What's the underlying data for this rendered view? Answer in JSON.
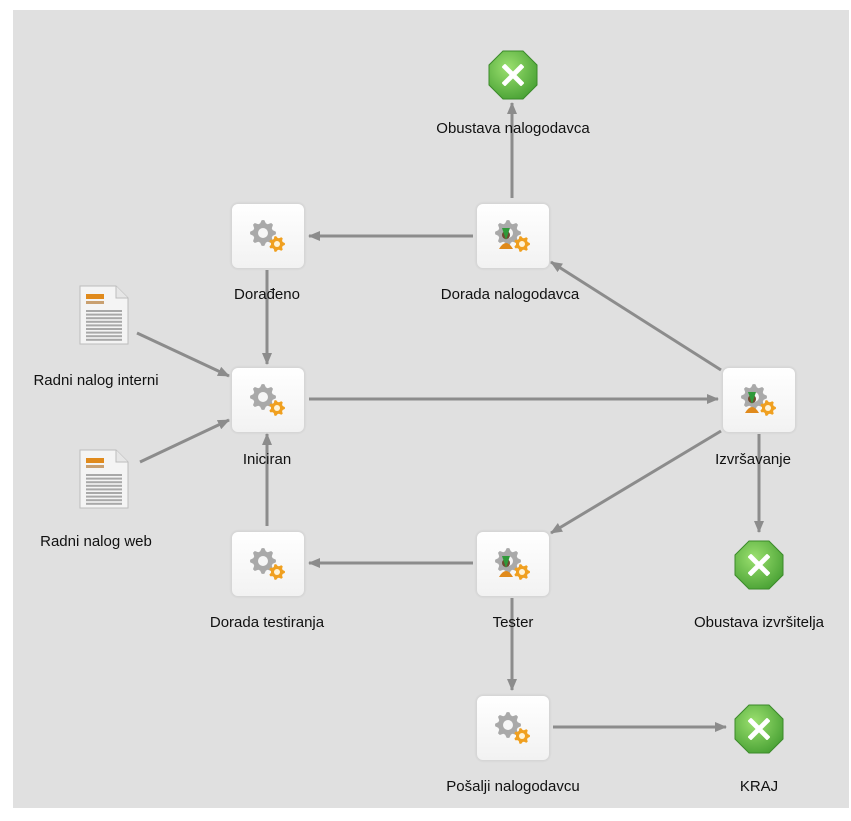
{
  "diagram": {
    "nodes": [
      {
        "id": "obustava-nalogodavca",
        "label": "Obustava nalogodavca",
        "kind": "end"
      },
      {
        "id": "doradeno",
        "label": "Dorađeno",
        "kind": "task"
      },
      {
        "id": "dorada-nalogodavca",
        "label": "Dorada nalogodavca",
        "kind": "user-task"
      },
      {
        "id": "radni-nalog-interni",
        "label": "Radni nalog interni",
        "kind": "document"
      },
      {
        "id": "iniciran",
        "label": "Iniciran",
        "kind": "task"
      },
      {
        "id": "izvrsavanje",
        "label": "Izvršavanje",
        "kind": "user-task"
      },
      {
        "id": "radni-nalog-web",
        "label": "Radni nalog web",
        "kind": "document"
      },
      {
        "id": "dorada-testiranja",
        "label": "Dorada testiranja",
        "kind": "task"
      },
      {
        "id": "tester",
        "label": "Tester",
        "kind": "user-task"
      },
      {
        "id": "obustava-izvrsitelja",
        "label": "Obustava izvršitelja",
        "kind": "end"
      },
      {
        "id": "posalji-nalogodavcu",
        "label": "Pošalji nalogodavcu",
        "kind": "task"
      },
      {
        "id": "kraj",
        "label": "KRAJ",
        "kind": "end"
      }
    ],
    "edges": [
      {
        "from": "dorada-nalogodavca",
        "to": "obustava-nalogodavca"
      },
      {
        "from": "dorada-nalogodavca",
        "to": "doradeno"
      },
      {
        "from": "doradeno",
        "to": "iniciran"
      },
      {
        "from": "radni-nalog-interni",
        "to": "iniciran"
      },
      {
        "from": "radni-nalog-web",
        "to": "iniciran"
      },
      {
        "from": "iniciran",
        "to": "izvrsavanje"
      },
      {
        "from": "izvrsavanje",
        "to": "dorada-nalogodavca"
      },
      {
        "from": "izvrsavanje",
        "to": "tester"
      },
      {
        "from": "izvrsavanje",
        "to": "obustava-izvrsitelja"
      },
      {
        "from": "tester",
        "to": "dorada-testiranja"
      },
      {
        "from": "dorada-testiranja",
        "to": "iniciran"
      },
      {
        "from": "tester",
        "to": "posalji-nalogodavcu"
      },
      {
        "from": "posalji-nalogodavcu",
        "to": "kraj"
      }
    ]
  },
  "colors": {
    "canvas": "#e0e0e0",
    "edge": "#8c8c8c",
    "end_icon": "#4aa235",
    "gear": "#a9a9a9",
    "gear_accent": "#f0a020"
  }
}
